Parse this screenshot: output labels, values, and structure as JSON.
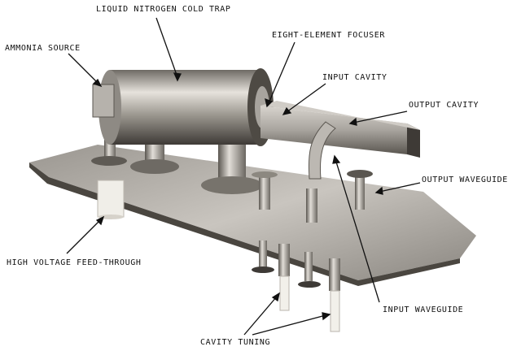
{
  "labels": {
    "cold_trap": "LIQUID NITROGEN COLD TRAP",
    "ammonia_source": "AMMONIA SOURCE",
    "focuser": "EIGHT-ELEMENT FOCUSER",
    "input_cavity": "INPUT CAVITY",
    "output_cavity": "OUTPUT CAVITY",
    "output_waveguide": "OUTPUT WAVEGUIDE",
    "hv_feedthrough": "HIGH VOLTAGE FEED-THROUGH",
    "input_waveguide": "INPUT WAVEGUIDE",
    "cavity_tuning": "CAVITY TUNING"
  }
}
